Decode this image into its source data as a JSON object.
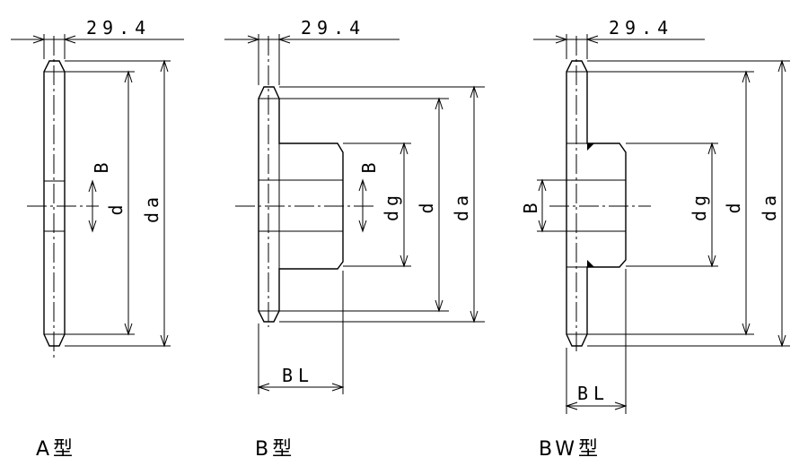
{
  "views": [
    {
      "caption": "A型",
      "dims": {
        "thickness": "29.4",
        "bore": "B",
        "pitch": "d",
        "outer": "da"
      }
    },
    {
      "caption": "B型",
      "dims": {
        "thickness": "29.4",
        "bore": "B",
        "hub": "dg",
        "pitch": "d",
        "outer": "da",
        "length": "BL"
      }
    },
    {
      "caption": "BW型",
      "dims": {
        "thickness": "29.4",
        "bore": "B",
        "hub": "dg",
        "pitch": "d",
        "outer": "da",
        "length": "BL"
      }
    }
  ]
}
